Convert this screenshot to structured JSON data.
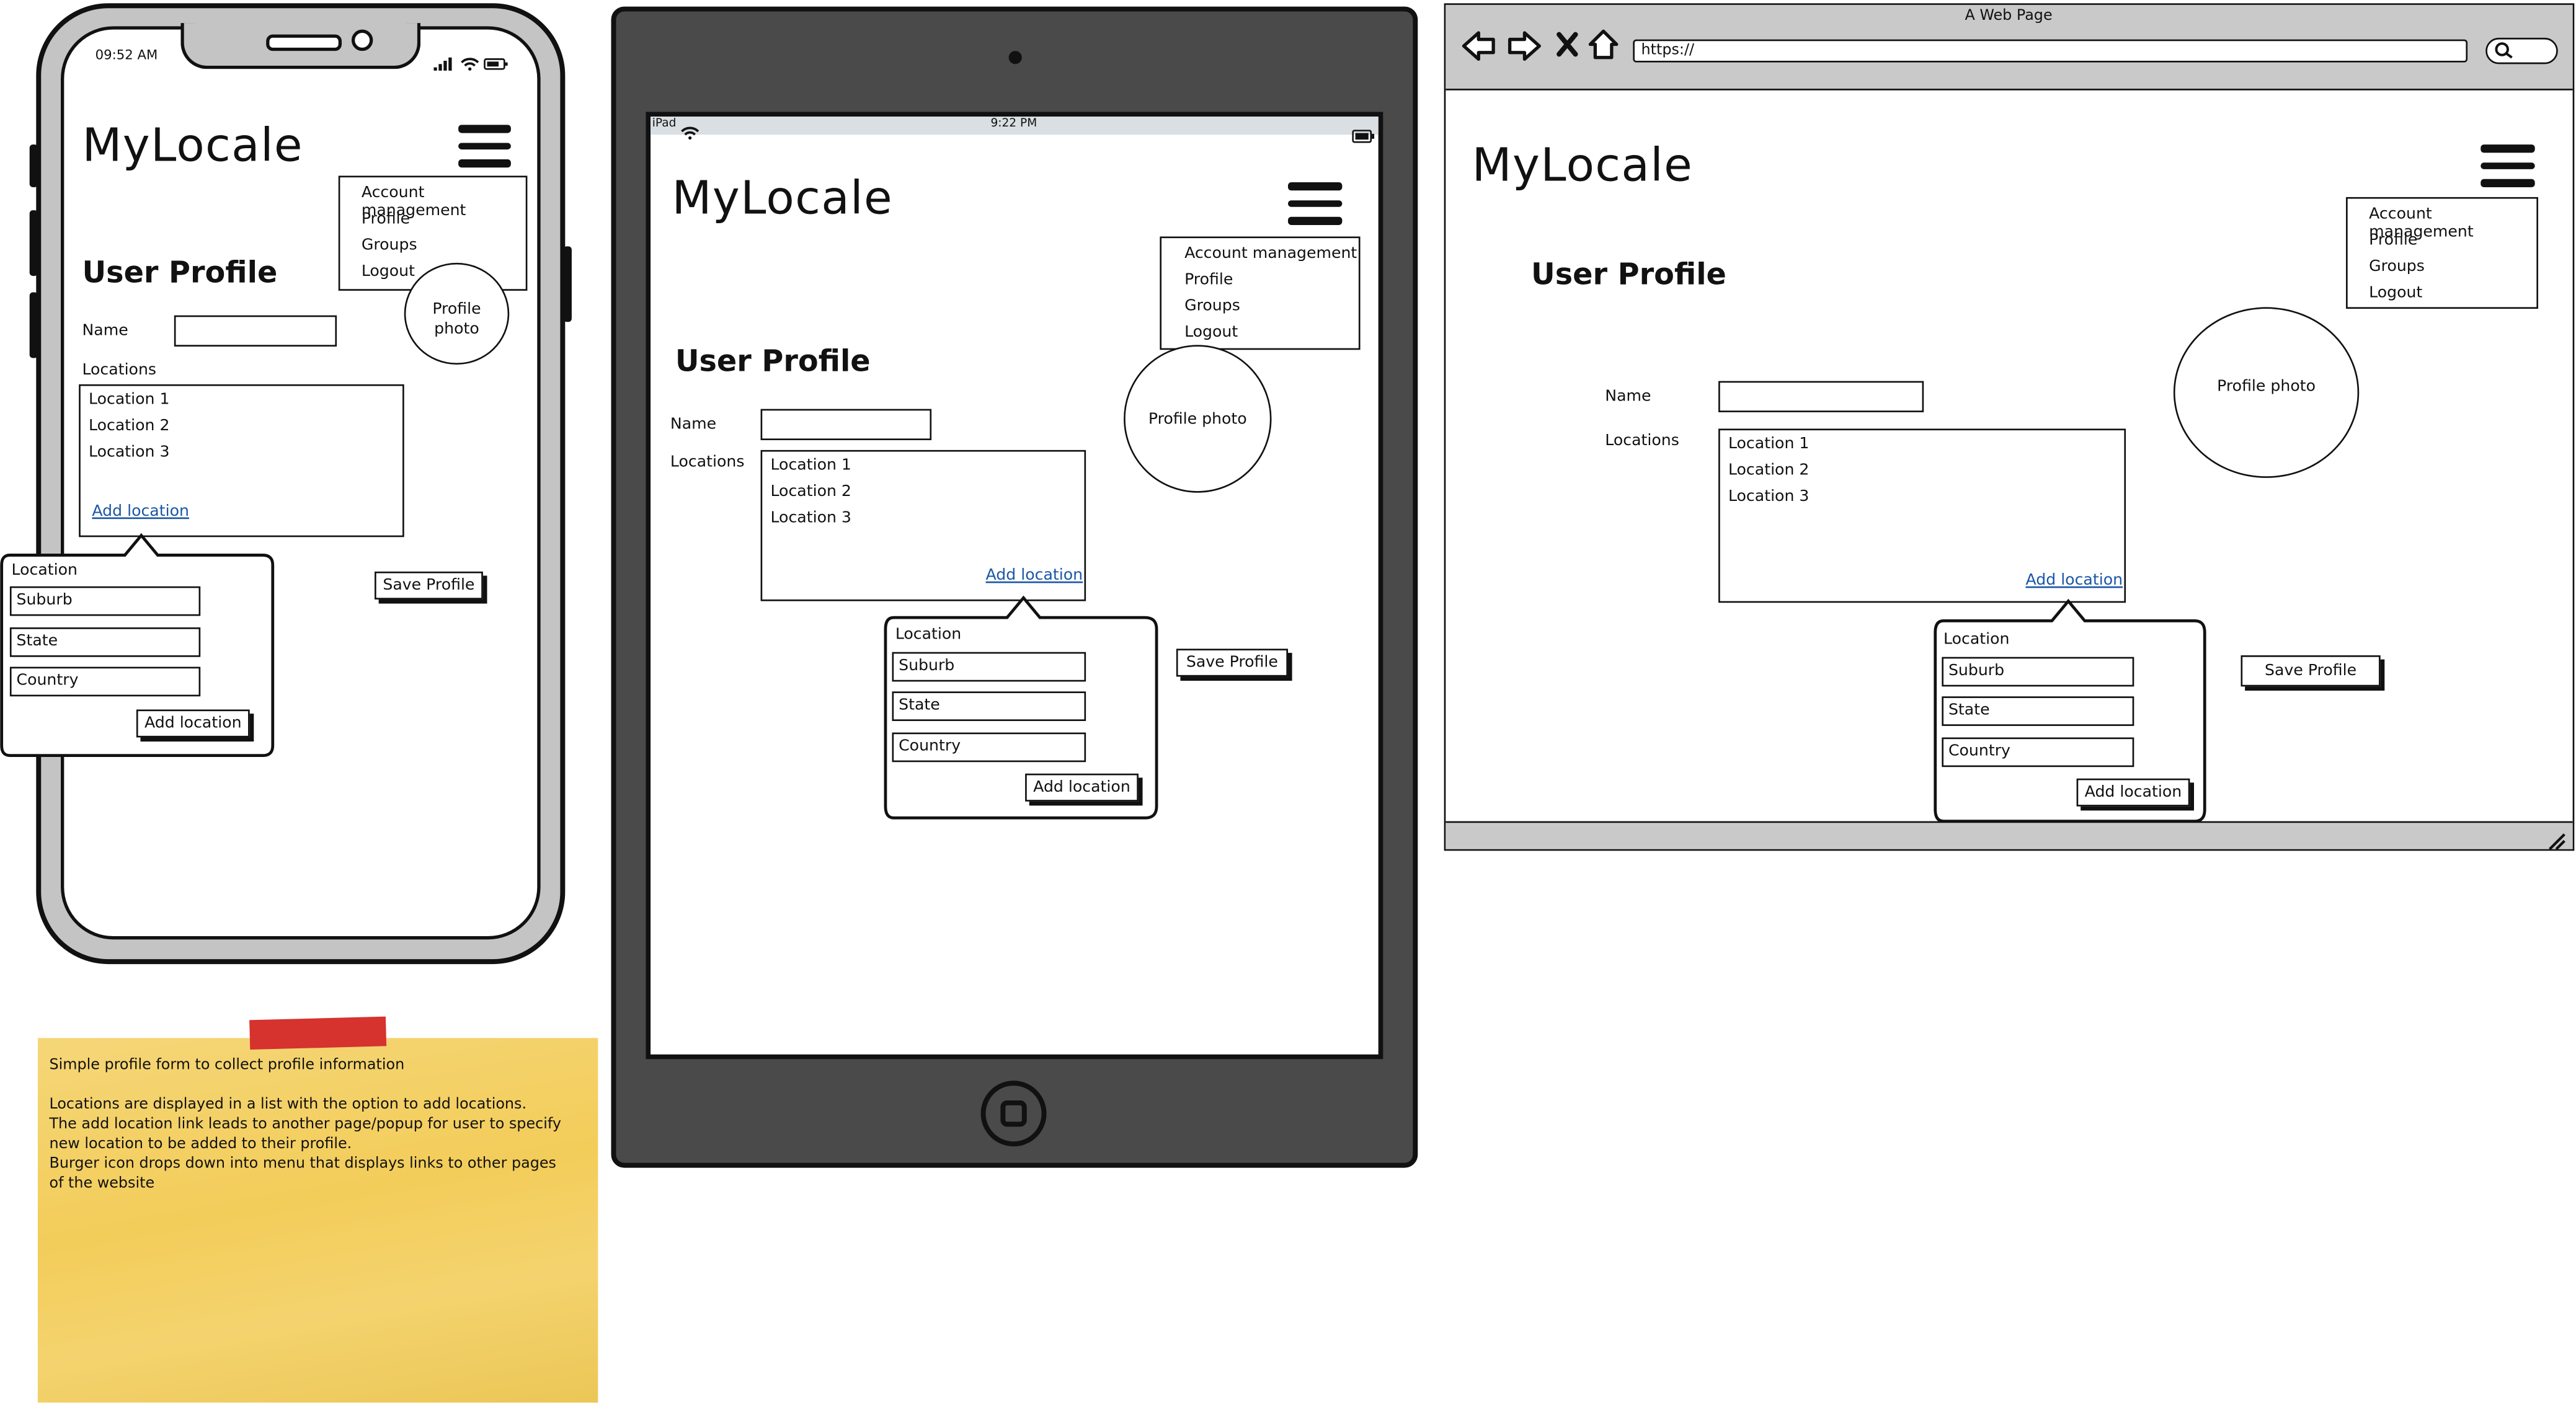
{
  "phone": {
    "status_time": "09:52 AM",
    "logo": "MyLocale",
    "page_title": "User Profile",
    "name_label": "Name",
    "locations_label": "Locations",
    "locations": [
      "Location 1",
      "Location 2",
      "Location 3"
    ],
    "add_location_link": "Add location",
    "menu_items": [
      "Account management",
      "Profile",
      "Groups",
      "Logout"
    ],
    "photo_label": "Profile photo",
    "save_button": "Save Profile",
    "popup": {
      "title": "Location",
      "fields": [
        "Suburb",
        "State",
        "Country"
      ],
      "button": "Add location"
    }
  },
  "tablet": {
    "status_left": "iPad",
    "status_time": "9:22 PM",
    "logo": "MyLocale",
    "page_title": "User Profile",
    "name_label": "Name",
    "locations_label": "Locations",
    "locations": [
      "Location 1",
      "Location 2",
      "Location 3"
    ],
    "add_location_link": "Add location",
    "menu_items": [
      "Account management",
      "Profile",
      "Groups",
      "Logout"
    ],
    "photo_label": "Profile photo",
    "save_button": "Save Profile",
    "popup": {
      "title": "Location",
      "fields": [
        "Suburb",
        "State",
        "Country"
      ],
      "button": "Add location"
    }
  },
  "browser": {
    "window_title": "A Web Page",
    "url": "https://",
    "logo": "MyLocale",
    "page_title": "User Profile",
    "name_label": "Name",
    "locations_label": "Locations",
    "locations": [
      "Location 1",
      "Location 2",
      "Location 3"
    ],
    "add_location_link": "Add location",
    "menu_items": [
      "Account management",
      "Profile",
      "Groups",
      "Logout"
    ],
    "photo_label": "Profile photo",
    "save_button": "Save Profile",
    "popup": {
      "title": "Location",
      "fields": [
        "Suburb",
        "State",
        "Country"
      ],
      "button": "Add location"
    }
  },
  "note": {
    "lines": [
      "Simple profile form to collect profile information",
      "",
      "Locations are displayed in a list with the option to add locations.",
      "The add location link leads to another page/popup for user to specify new location to be added to their profile.",
      "Burger icon drops down into menu that displays links to other pages of the website"
    ]
  },
  "colors": {
    "note_yellow": "#f3cd5a",
    "tape_red": "#d6322e",
    "link_blue": "#1a56a6",
    "tablet_frame": "#4a4a4a",
    "phone_frame": "#c4c4c4",
    "browser_chrome": "#c9c9c9"
  }
}
